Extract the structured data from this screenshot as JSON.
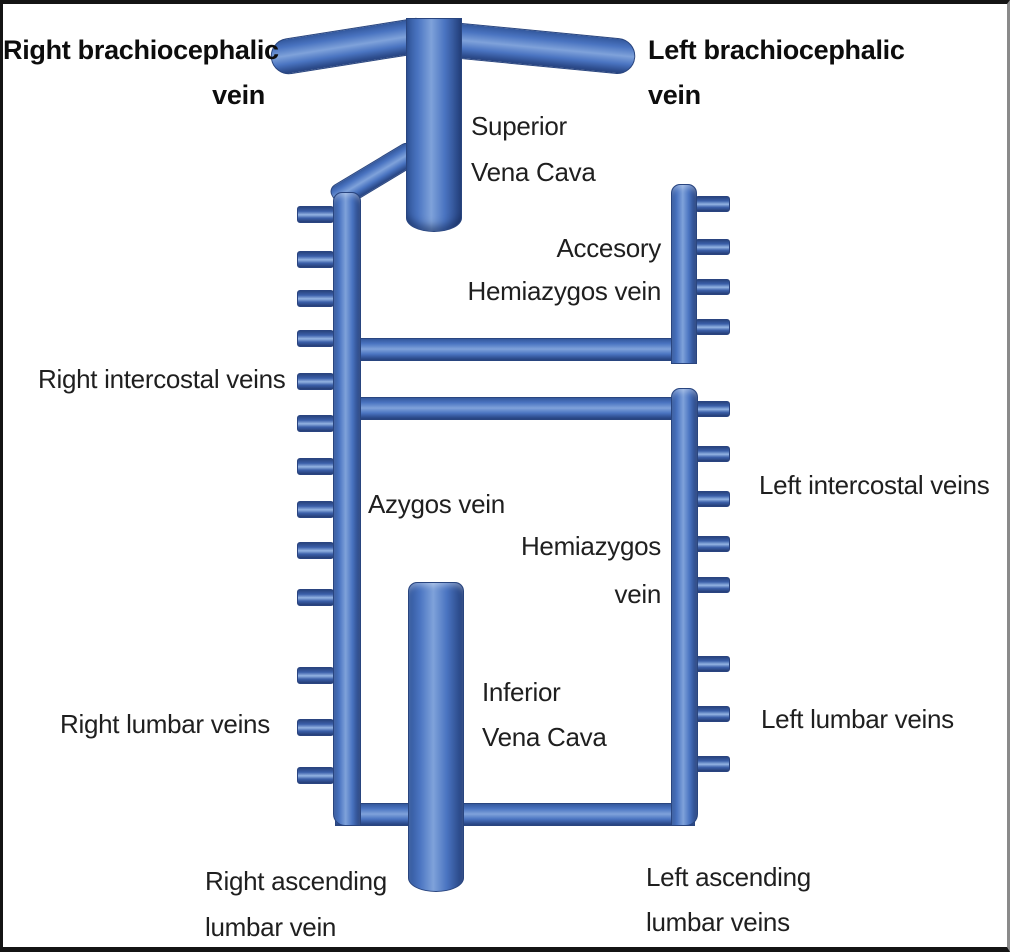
{
  "diagram": {
    "background_color": "#ffffff",
    "frame_color": "#141414",
    "vessel_colors": {
      "fill": "#4a74c1",
      "highlight": "#7fa2da",
      "edge": "#29457f",
      "stub_fill": "#3b5fa9"
    },
    "labels": {
      "right_brachiocephalic": {
        "line1": "Right brachiocephalic",
        "line2": "vein"
      },
      "left_brachiocephalic": {
        "line1": "Left brachiocephalic",
        "line2": "vein"
      },
      "superior_vena_cava": {
        "line1": "Superior",
        "line2": "Vena Cava"
      },
      "accessory_hemiazygos": {
        "line1": "Accesory",
        "line2": "Hemiazygos vein"
      },
      "right_intercostal": {
        "text": "Right intercostal veins"
      },
      "azygos": {
        "text": "Azygos vein"
      },
      "left_intercostal": {
        "text": "Left intercostal veins"
      },
      "hemiazygos": {
        "line1": "Hemiazygos",
        "line2": "vein"
      },
      "inferior_vena_cava": {
        "line1": "Inferior",
        "line2": "Vena Cava"
      },
      "right_lumbar": {
        "text": "Right lumbar veins"
      },
      "left_lumbar": {
        "text": "Left lumbar veins"
      },
      "right_ascending_lumbar": {
        "line1": "Right ascending",
        "line2": "lumbar vein"
      },
      "left_ascending_lumbar": {
        "line1": "Left ascending",
        "line2": "lumbar veins"
      }
    }
  }
}
